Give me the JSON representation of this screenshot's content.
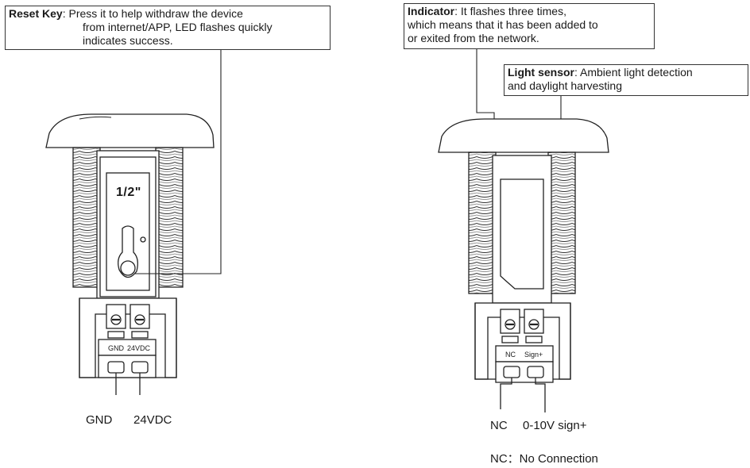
{
  "reset_callout": {
    "title": "Reset Key",
    "line1": ": Press it to help withdraw the device",
    "line2": "from internet/APP, LED flashes quickly",
    "line3": "indicates success."
  },
  "indicator_callout": {
    "title": "Indicator",
    "line1": ": It flashes three times,",
    "line2": "which means that it has been added to",
    "line3": "or exited from the network."
  },
  "sensor_callout": {
    "title": "Light sensor",
    "line1": ": Ambient light detection",
    "line2": "and daylight harvesting"
  },
  "left_device": {
    "size_marking": "1/2\"",
    "terminal_left": "GND",
    "terminal_right": "24VDC",
    "wire_left": "GND",
    "wire_right": "24VDC"
  },
  "right_device": {
    "terminal_left": "NC",
    "terminal_right": "Sign+",
    "wire_left": "NC",
    "wire_right": "0-10V sign+"
  },
  "legend_note": "NC：No Connection"
}
